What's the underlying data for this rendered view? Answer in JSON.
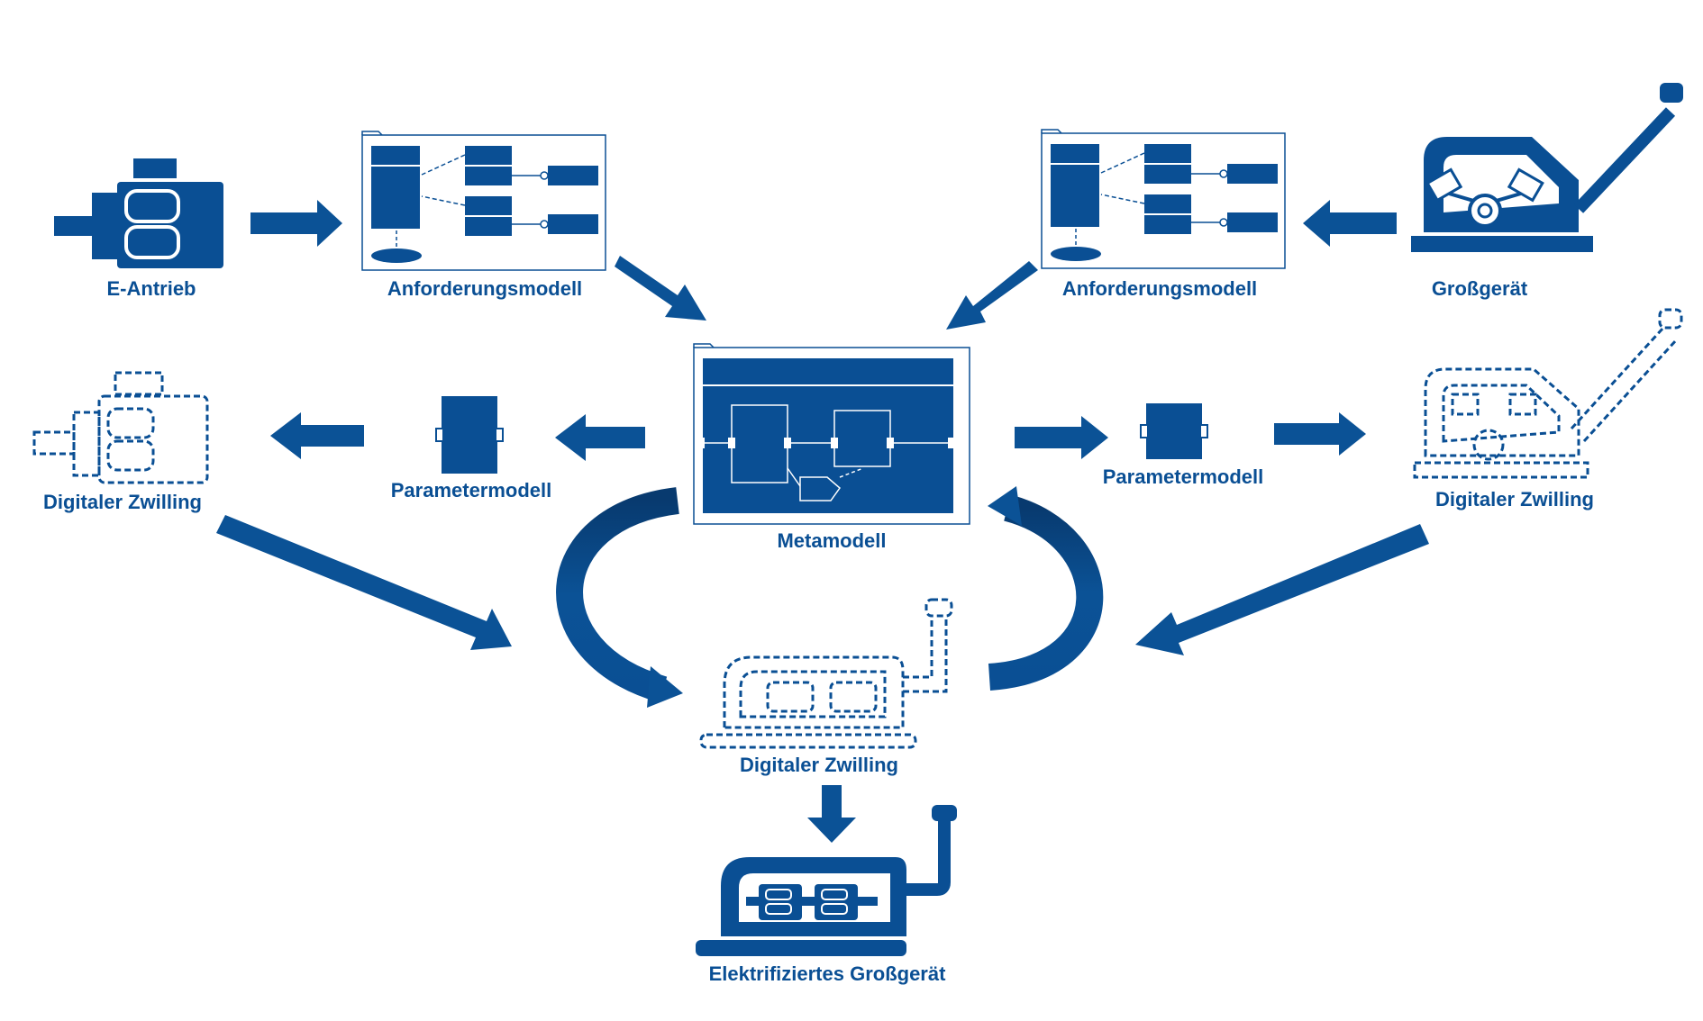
{
  "colors": {
    "primary": "#0a4f94",
    "arrow": "#0b5296",
    "arrow_dark": "#083a6f",
    "background": "#ffffff"
  },
  "nodes": {
    "e_antrieb": {
      "label": "E-Antrieb",
      "icon": "electric-motor-icon"
    },
    "anforderungsmodell_left": {
      "label": "Anforderungsmodell",
      "icon": "uml-class-diagram-icon"
    },
    "anforderungsmodell_right": {
      "label": "Anforderungsmodell",
      "icon": "uml-class-diagram-icon"
    },
    "grossgeraet": {
      "label": "Großgerät",
      "icon": "plate-compactor-icon"
    },
    "metamodell": {
      "label": "Metamodell",
      "icon": "block-diagram-icon"
    },
    "parametermodell_left": {
      "label": "Parametermodell",
      "icon": "parameter-block-icon"
    },
    "parametermodell_right": {
      "label": "Parametermodell",
      "icon": "parameter-block-icon"
    },
    "zwilling_left": {
      "label": "Digitaler Zwilling",
      "icon": "motor-digital-twin-icon"
    },
    "zwilling_right": {
      "label": "Digitaler Zwilling",
      "icon": "compactor-digital-twin-icon"
    },
    "zwilling_center": {
      "label": "Digitaler Zwilling",
      "icon": "electrified-machine-digital-twin-icon"
    },
    "elektrifiziert": {
      "label": "Elektrifiziertes Großgerät",
      "icon": "electrified-machine-icon"
    }
  }
}
